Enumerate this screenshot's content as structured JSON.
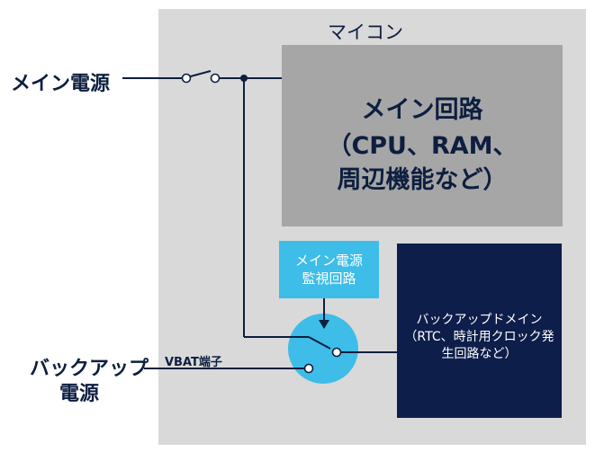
{
  "mcu": {
    "label": "マイコン"
  },
  "main_circuit": {
    "lines": [
      "メイン回路",
      "（CPU、RAM、",
      "周辺機能など）"
    ]
  },
  "monitor": {
    "lines": [
      "メイン電源",
      "監視回路"
    ]
  },
  "backup_domain": {
    "lines": [
      "バックアップドメイン",
      "（RTC、時計用クロック発",
      "生回路など）"
    ]
  },
  "inputs": {
    "main_power": "メイン電源",
    "backup_power_line1": "バックアップ",
    "backup_power_line2": "電源",
    "vbat_pin": "VBAT端子"
  },
  "colors": {
    "navy": "#0d1e4a",
    "cyan": "#3dbde7",
    "gray_dark": "#a6a6a6",
    "gray_light": "#d9d9d9"
  }
}
